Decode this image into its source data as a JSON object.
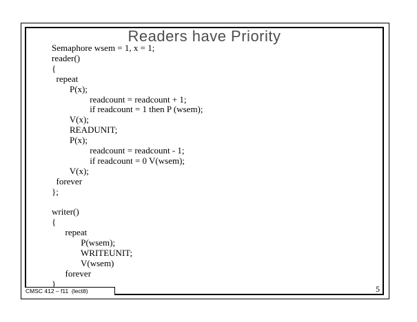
{
  "slide": {
    "title": "Readers have Priority",
    "code": {
      "reader": "Semaphore wsem = 1, x = 1;\nreader()\n{\n  repeat\n        P(x);\n                 readcount = readcount + 1;\n                 if readcount = 1 then P (wsem);\n        V(x);\n        READUNIT;\n        P(x);\n                 readcount = readcount - 1;\n                 if readcount = 0 V(wsem);\n        V(x);\n  forever\n};",
      "writer": "writer()\n{\n      repeat\n             P(wsem);\n             WRITEUNIT;\n             V(wsem)\n      forever\n}"
    },
    "footer": "CMSC 412 – f11  (lect8)",
    "page_number": "5"
  },
  "colors": {
    "title_gray": "#4d4d4d",
    "border_black": "#000000",
    "background": "#ffffff"
  }
}
